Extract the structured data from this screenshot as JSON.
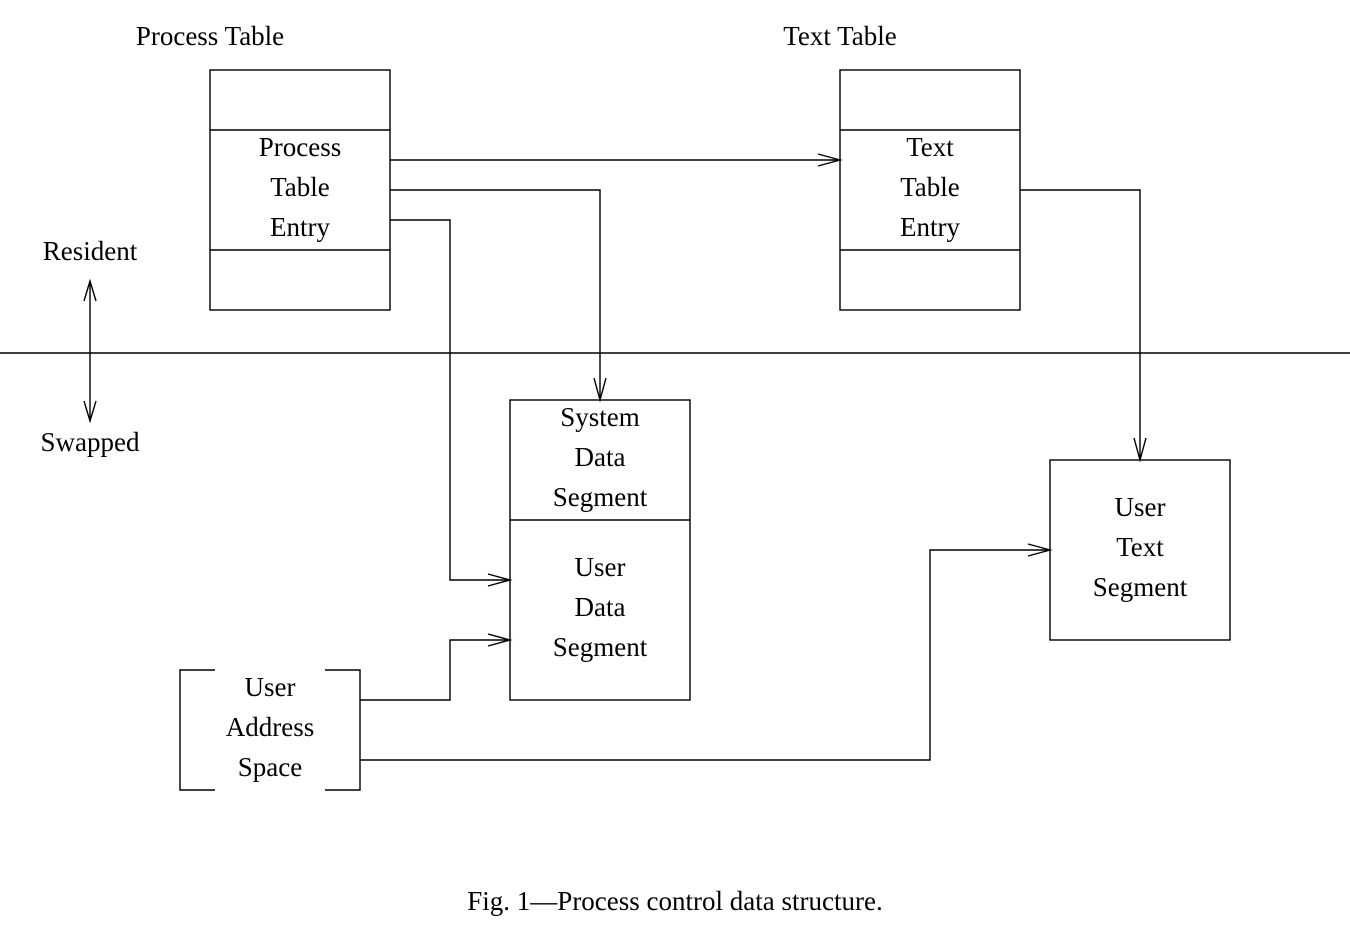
{
  "headings": {
    "process_table": "Process Table",
    "text_table": "Text Table"
  },
  "process_table": {
    "entry_lines": [
      "Process",
      "Table",
      "Entry"
    ]
  },
  "text_table": {
    "entry_lines": [
      "Text",
      "Table",
      "Entry"
    ]
  },
  "residency": {
    "resident": "Resident",
    "swapped": "Swapped"
  },
  "data_segment": {
    "system_lines": [
      "System",
      "Data",
      "Segment"
    ],
    "user_lines": [
      "User",
      "Data",
      "Segment"
    ]
  },
  "user_text_segment": {
    "lines": [
      "User",
      "Text",
      "Segment"
    ]
  },
  "user_address_space": {
    "lines": [
      "User",
      "Address",
      "Space"
    ]
  },
  "caption": "Fig. 1—Process control data structure."
}
